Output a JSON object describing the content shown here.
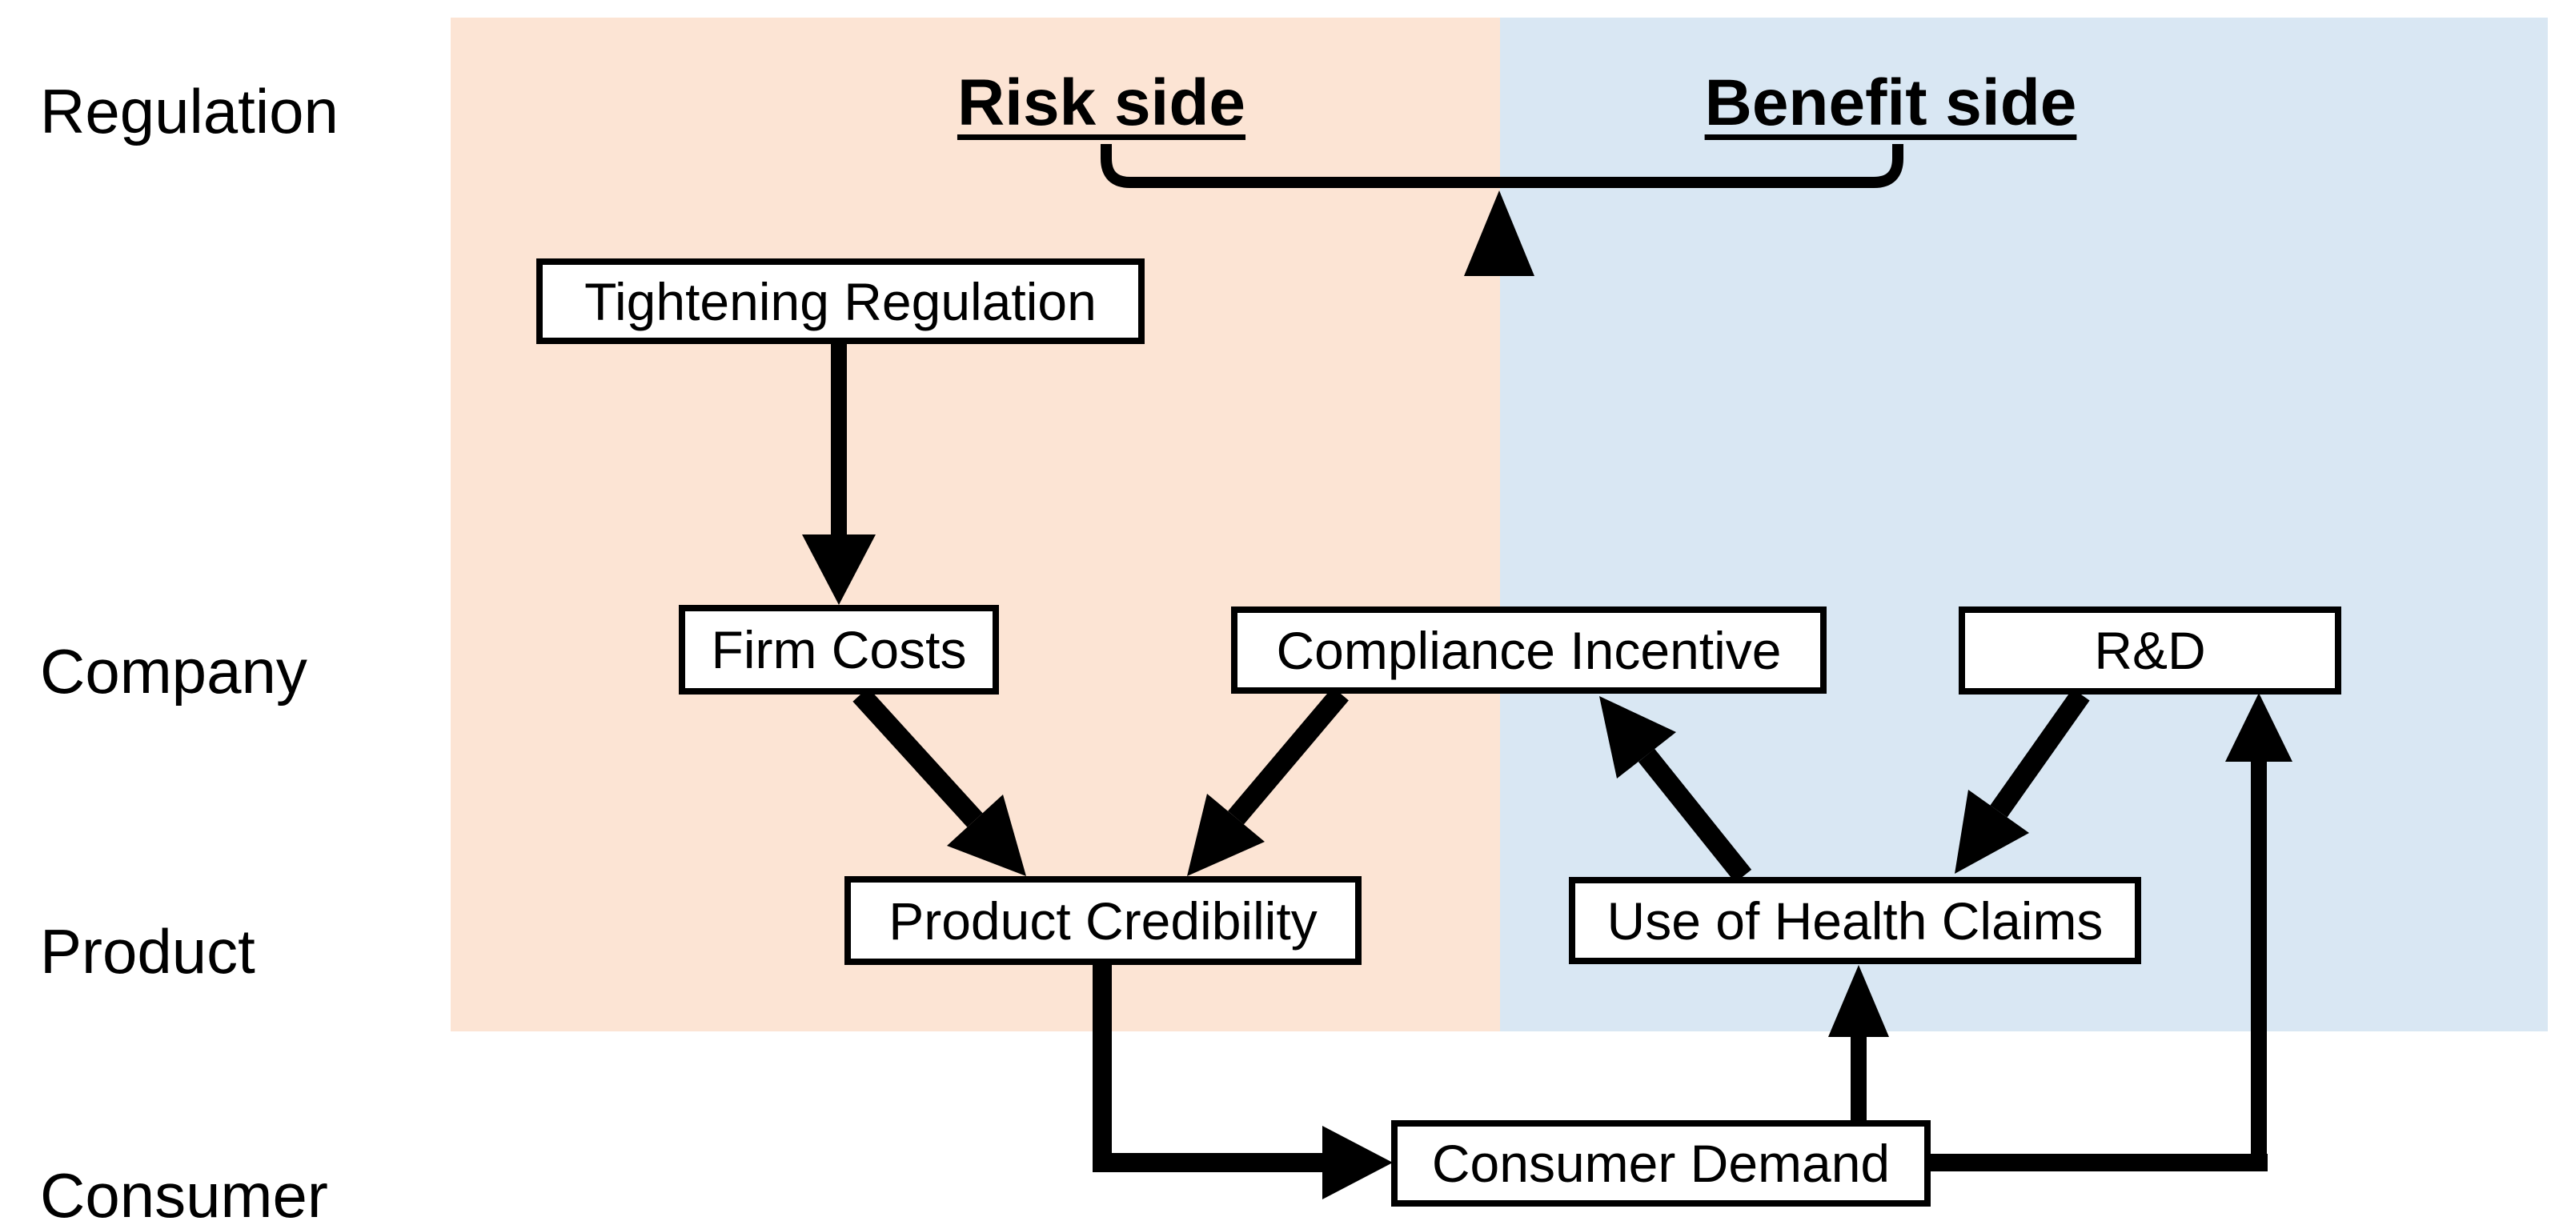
{
  "diagram": {
    "rows": [
      {
        "id": "regulation",
        "label": "Regulation"
      },
      {
        "id": "company",
        "label": "Company"
      },
      {
        "id": "product",
        "label": "Product"
      },
      {
        "id": "consumer",
        "label": "Consumer"
      }
    ],
    "sides": [
      {
        "id": "risk",
        "label": "Risk side",
        "bg": "#FCE4D4"
      },
      {
        "id": "benefit",
        "label": "Benefit side",
        "bg": "#D9E7F3"
      }
    ],
    "nodes": [
      {
        "id": "tightening_regulation",
        "label": "Tightening Regulation",
        "row": "regulation",
        "side": "risk"
      },
      {
        "id": "firm_costs",
        "label": "Firm Costs",
        "row": "company",
        "side": "risk"
      },
      {
        "id": "compliance_incentive",
        "label": "Compliance Incentive",
        "row": "company",
        "side": "risk"
      },
      {
        "id": "rnd",
        "label": "R&D",
        "row": "company",
        "side": "benefit"
      },
      {
        "id": "product_credibility",
        "label": "Product Credibility",
        "row": "product",
        "side": "risk"
      },
      {
        "id": "use_of_health_claims",
        "label": "Use of Health Claims",
        "row": "product",
        "side": "benefit"
      },
      {
        "id": "consumer_demand",
        "label": "Consumer Demand",
        "row": "consumer",
        "side": "benefit"
      }
    ],
    "edges": [
      {
        "from": "Tightening Regulation",
        "to": "Firm Costs"
      },
      {
        "from": "Firm Costs",
        "to": "Product Credibility"
      },
      {
        "from": "Compliance Incentive",
        "to": "Product Credibility"
      },
      {
        "from": "Use of Health Claims",
        "to": "Compliance Incentive"
      },
      {
        "from": "R&D",
        "to": "Use of Health Claims"
      },
      {
        "from": "Consumer Demand",
        "to": "Use of Health Claims"
      },
      {
        "from": "Product Credibility",
        "to": "Consumer Demand"
      },
      {
        "from": "Consumer Demand",
        "to": "R&D"
      }
    ],
    "colors": {
      "risk_bg": "#FCE4D4",
      "benefit_bg": "#D9E7F3",
      "line": "#000000",
      "box_bg": "#FFFFFF"
    }
  }
}
